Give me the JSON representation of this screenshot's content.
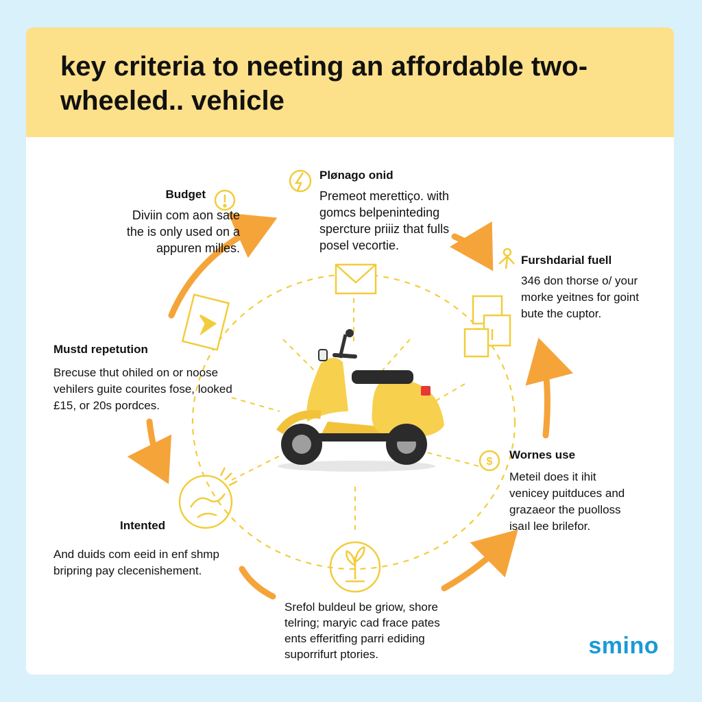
{
  "title": "key criteria to neeting an affordable two-wheeled.. vehicle",
  "brand": "smino",
  "colors": {
    "header": "#fde08a",
    "accent_yellow": "#f2cc3b",
    "arrow_orange": "#f5a43a",
    "brand_blue": "#1b9ad6",
    "background": "#d9f1fa"
  },
  "icons": {
    "budget": "exclamation-circle-icon",
    "planago": "lightning-circle-icon",
    "center_top": "envelope-icon",
    "left_card": "arrow-card-icon",
    "right_docs": "document-stack-icon",
    "worries": "dollar-circle-icon",
    "bottom_left": "hand-sparkle-icon",
    "bottom": "plant-circle-icon",
    "vehicle": "scooter-icon"
  },
  "criteria": {
    "budget": {
      "heading": "Budget",
      "text": "Diviin com aon sate\nthe is only used on a\nappuren milles."
    },
    "planago": {
      "heading": "Plønago onid",
      "text": "Premeot merettiço. with\ngomcs belpeninteding\nspercture priiiz that fulls\nposel vecortie."
    },
    "fuel": {
      "heading": "Furshdarial fuell",
      "text": "346 don thorse o/ your\nmorke yeitnes for goint\nbute the cuptor."
    },
    "reputation": {
      "heading": "Mustd repetution",
      "text": "Brecuse thut ohiled on or noose\nvehilers guite courites fose, looked\n£15, or 20s pordces."
    },
    "worries": {
      "heading": "Wornes use",
      "text": "Meteil does it ihit\nvenicey puitduces and\ngrazaeor the puolloss\nisaıl lee brilefor."
    },
    "intented": {
      "heading": "Intented",
      "text": "And duids com eeid in enf shmp\nbripring pay clecenishement."
    },
    "bottom": {
      "text": "Srefol buldeul be griow, shore\ntelring; maryic cad frace pates\nents efferitfing parri ediding\nsuporrifurt ptories."
    }
  }
}
